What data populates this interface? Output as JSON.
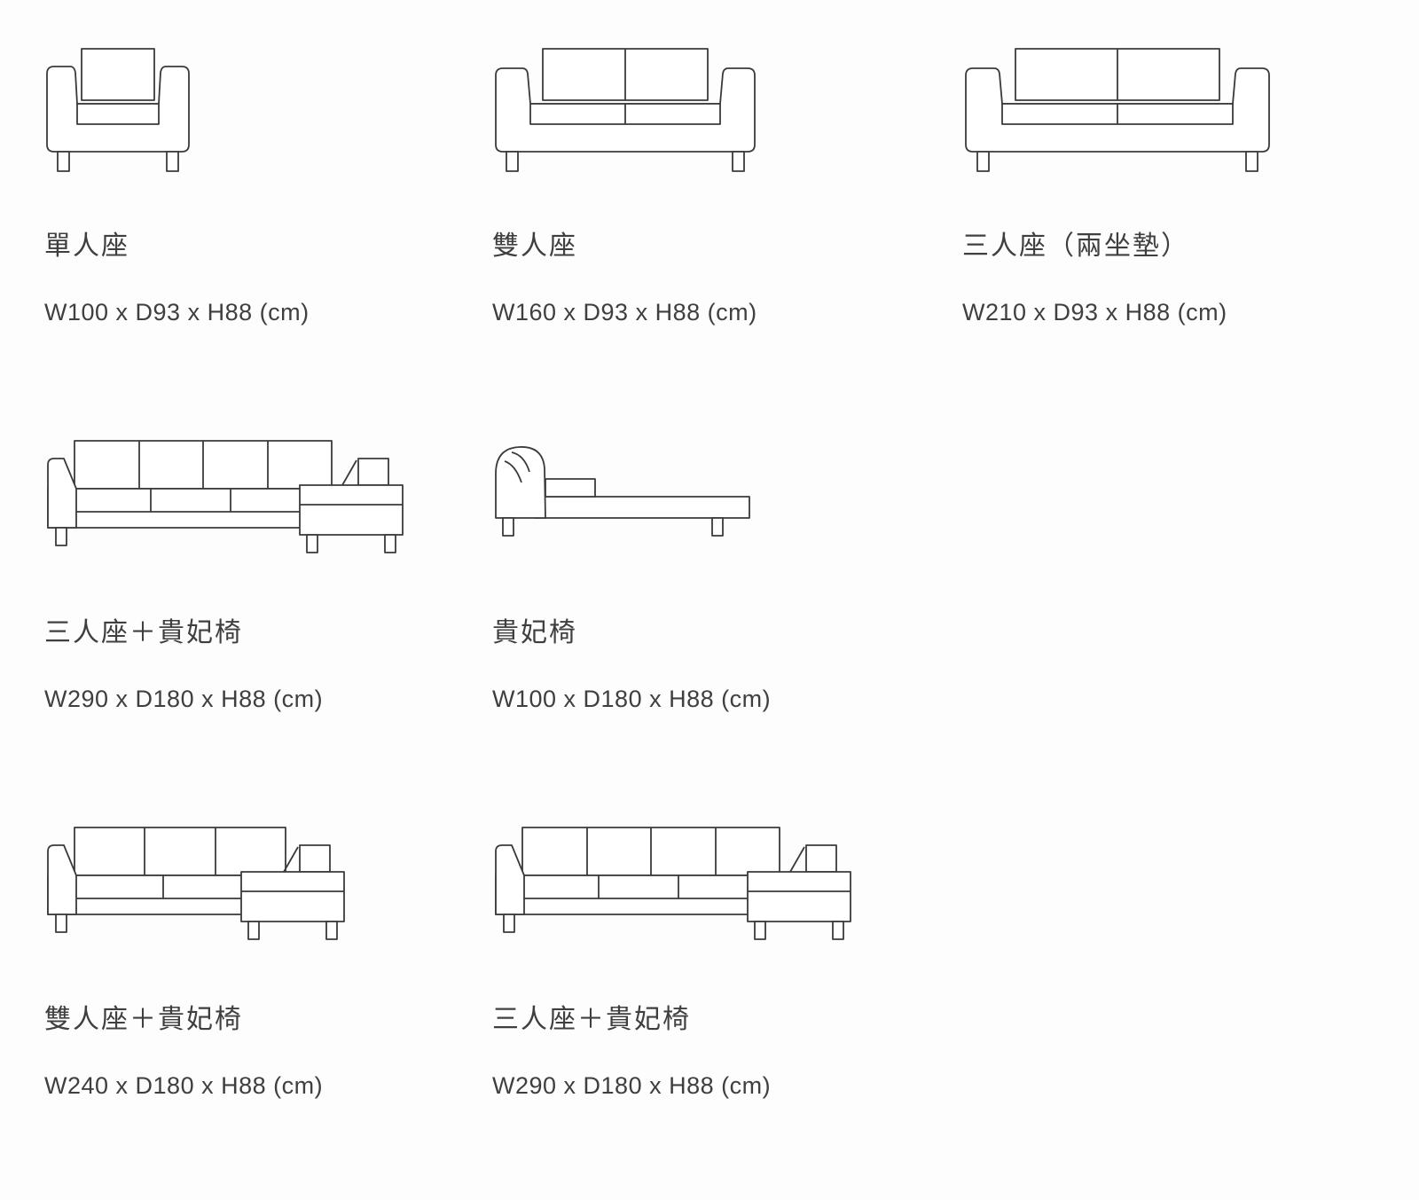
{
  "page": {
    "background": "#fdfdfd",
    "line_color": "#3a3a3a",
    "text_color": "#3f3f3f"
  },
  "items": [
    {
      "label": "單人座",
      "dimensions": "W100 x D93 x H88 (cm)",
      "drawing": "single-seat-sofa-drawing"
    },
    {
      "label": "雙人座",
      "dimensions": "W160 x D93 x H88 (cm)",
      "drawing": "double-seat-sofa-drawing"
    },
    {
      "label": "三人座（兩坐墊）",
      "dimensions": "W210 x D93 x H88 (cm)",
      "drawing": "three-seat-sofa-drawing"
    },
    {
      "label": "三人座＋貴妃椅",
      "dimensions": "W290 x D180 x H88 (cm)",
      "drawing": "three-seat-chaise-drawing"
    },
    {
      "label": "貴妃椅",
      "dimensions": "W100 x D180 x H88 (cm)",
      "drawing": "chaise-lounge-drawing"
    },
    {
      "label": "雙人座＋貴妃椅",
      "dimensions": "W240 x D180 x H88 (cm)",
      "drawing": "double-seat-chaise-drawing"
    },
    {
      "label": "三人座＋貴妃椅",
      "dimensions": "W290 x D180 x H88 (cm)",
      "drawing": "three-seat-chaise-drawing"
    }
  ]
}
